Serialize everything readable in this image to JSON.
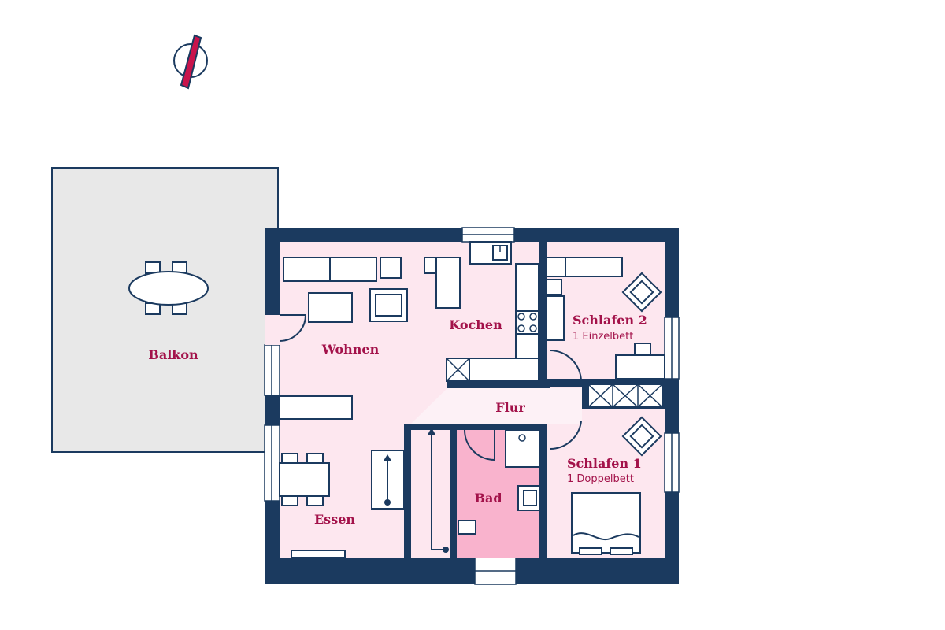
{
  "rooms": {
    "balkon": "Balkon",
    "wohnen": "Wohnen",
    "kochen": "Kochen",
    "essen": "Essen",
    "flur": "Flur",
    "bad": "Bad",
    "schlafen2": {
      "name": "Schlafen 2",
      "detail": "1 Einzelbett"
    },
    "schlafen1": {
      "name": "Schlafen 1",
      "detail": "1 Doppelbett"
    }
  },
  "colors": {
    "wall": "#1b3a5f",
    "floor": "#fde7ef",
    "bath": "#f9b3cd",
    "label": "#a3124a",
    "balcony": "#e8e8e8",
    "compass": "#c8144c"
  },
  "icons": [
    "compass-icon",
    "dining-table-icon",
    "stove-icon",
    "sink-icon",
    "toilet-icon",
    "bed-icon",
    "armchair-icon"
  ]
}
